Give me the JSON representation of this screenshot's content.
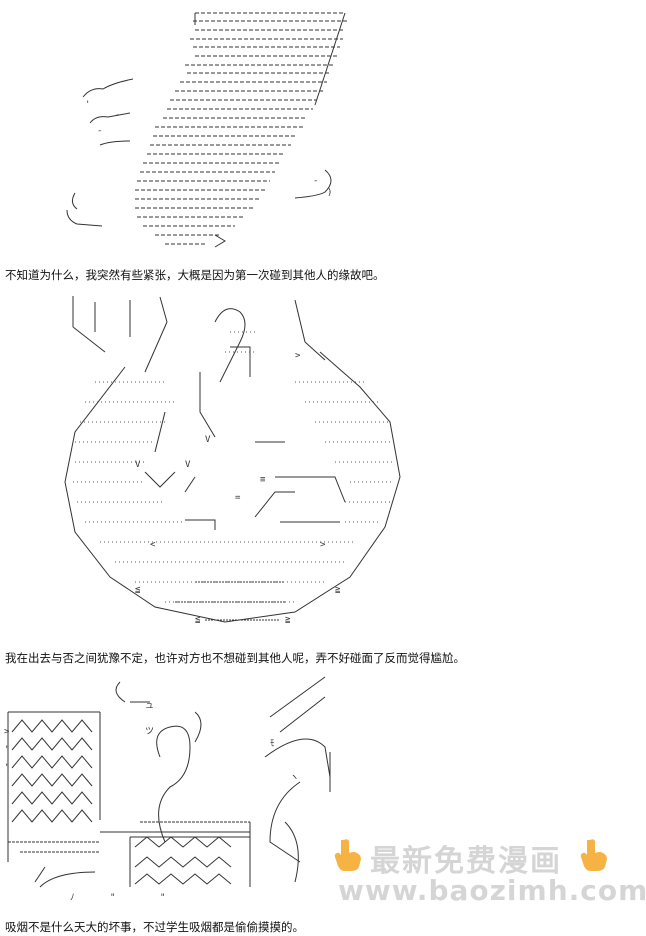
{
  "captions": {
    "first": "不知道为什么，我突然有些紧张，大概是因为第一次碰到其他人的缘故吧。",
    "second": "我在出去与否之间犹豫不定，也许对方也不想碰到其他人呢，弄不好碰面了反而觉得尴尬。",
    "third": "吸烟不是什么天大的坏事，不过学生吸烟都是偷偷摸摸的。"
  },
  "watermark": {
    "title": "最新免费漫画",
    "url": "www.baozimh.com",
    "icon": "pointing-hand-icon",
    "icon_color": "#f5a623"
  },
  "art": {
    "panel_1": "ascii-art-figure-leaning",
    "panel_2": "ascii-art-round-face-peeking",
    "panel_3": "ascii-art-window-and-smoke"
  }
}
